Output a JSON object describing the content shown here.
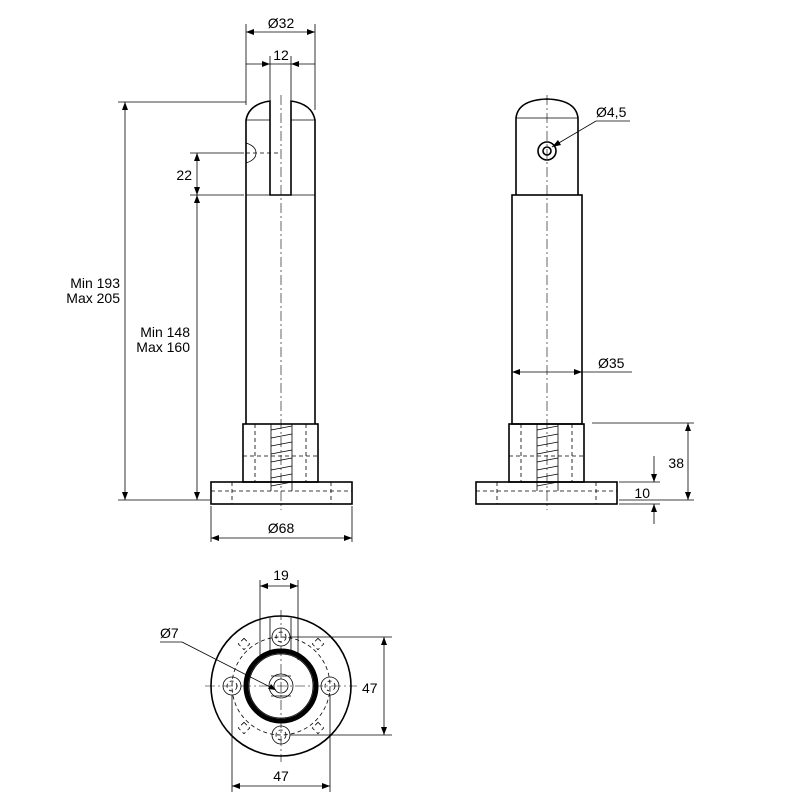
{
  "dimensions": {
    "d32": "Ø32",
    "w12": "12",
    "h22": "22",
    "total_min": "Min 193",
    "total_max": "Max 205",
    "tube_min": "Min 148",
    "tube_max": "Max 160",
    "d68": "Ø68",
    "d45": "Ø4,5",
    "d35": "Ø35",
    "h38": "38",
    "h10": "10",
    "w19": "19",
    "d7": "Ø7",
    "s47v": "47",
    "s47h": "47"
  }
}
